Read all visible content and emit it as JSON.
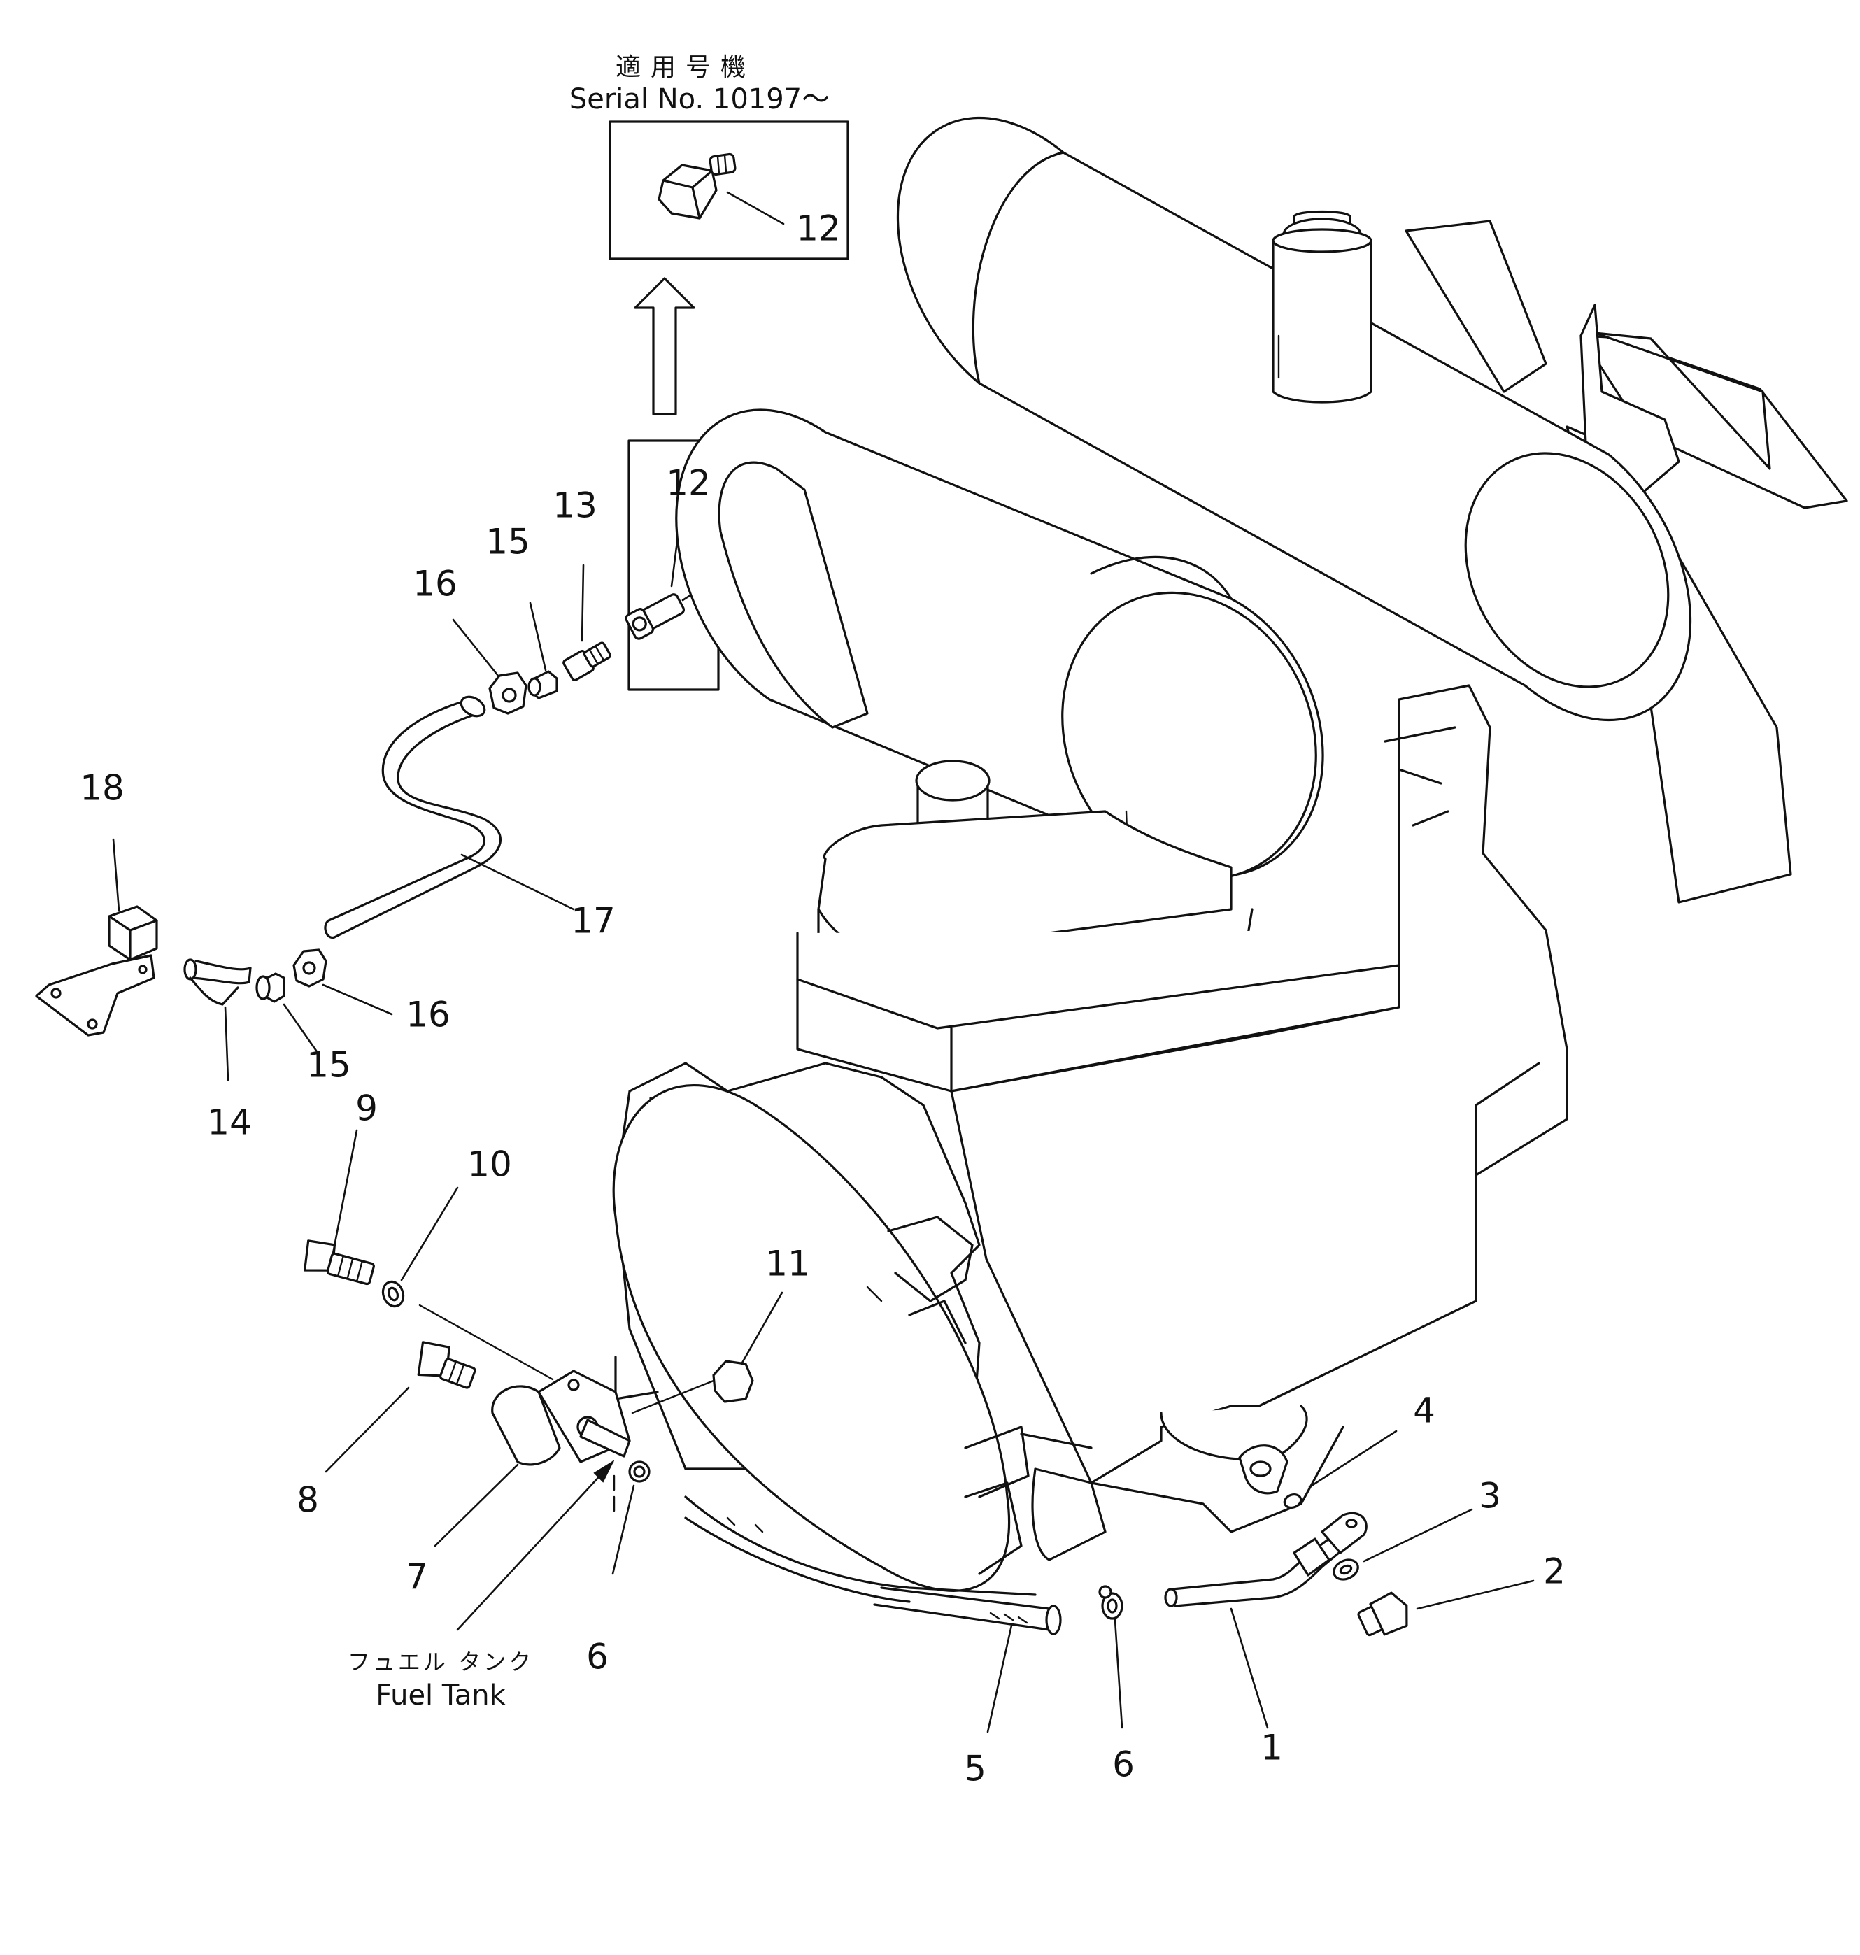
{
  "serial_note": {
    "title_jp": "適用号機",
    "serial": "Serial No. 10197～"
  },
  "fuel_tank": {
    "label_jp": "フュエル タンク",
    "label_en": "Fuel Tank"
  },
  "callouts": [
    {
      "id": "c1",
      "text": "1"
    },
    {
      "id": "c2",
      "text": "2"
    },
    {
      "id": "c3",
      "text": "3"
    },
    {
      "id": "c4",
      "text": "4"
    },
    {
      "id": "c5",
      "text": "5"
    },
    {
      "id": "c6a",
      "text": "6"
    },
    {
      "id": "c6b",
      "text": "6"
    },
    {
      "id": "c7",
      "text": "7"
    },
    {
      "id": "c8",
      "text": "8"
    },
    {
      "id": "c9",
      "text": "9"
    },
    {
      "id": "c10",
      "text": "10"
    },
    {
      "id": "c11",
      "text": "11"
    },
    {
      "id": "c12a",
      "text": "12"
    },
    {
      "id": "c12b",
      "text": "12"
    },
    {
      "id": "c13",
      "text": "13"
    },
    {
      "id": "c14",
      "text": "14"
    },
    {
      "id": "c15a",
      "text": "15"
    },
    {
      "id": "c15b",
      "text": "15"
    },
    {
      "id": "c16a",
      "text": "16"
    },
    {
      "id": "c16b",
      "text": "16"
    },
    {
      "id": "c17",
      "text": "17"
    },
    {
      "id": "c18",
      "text": "18"
    }
  ]
}
